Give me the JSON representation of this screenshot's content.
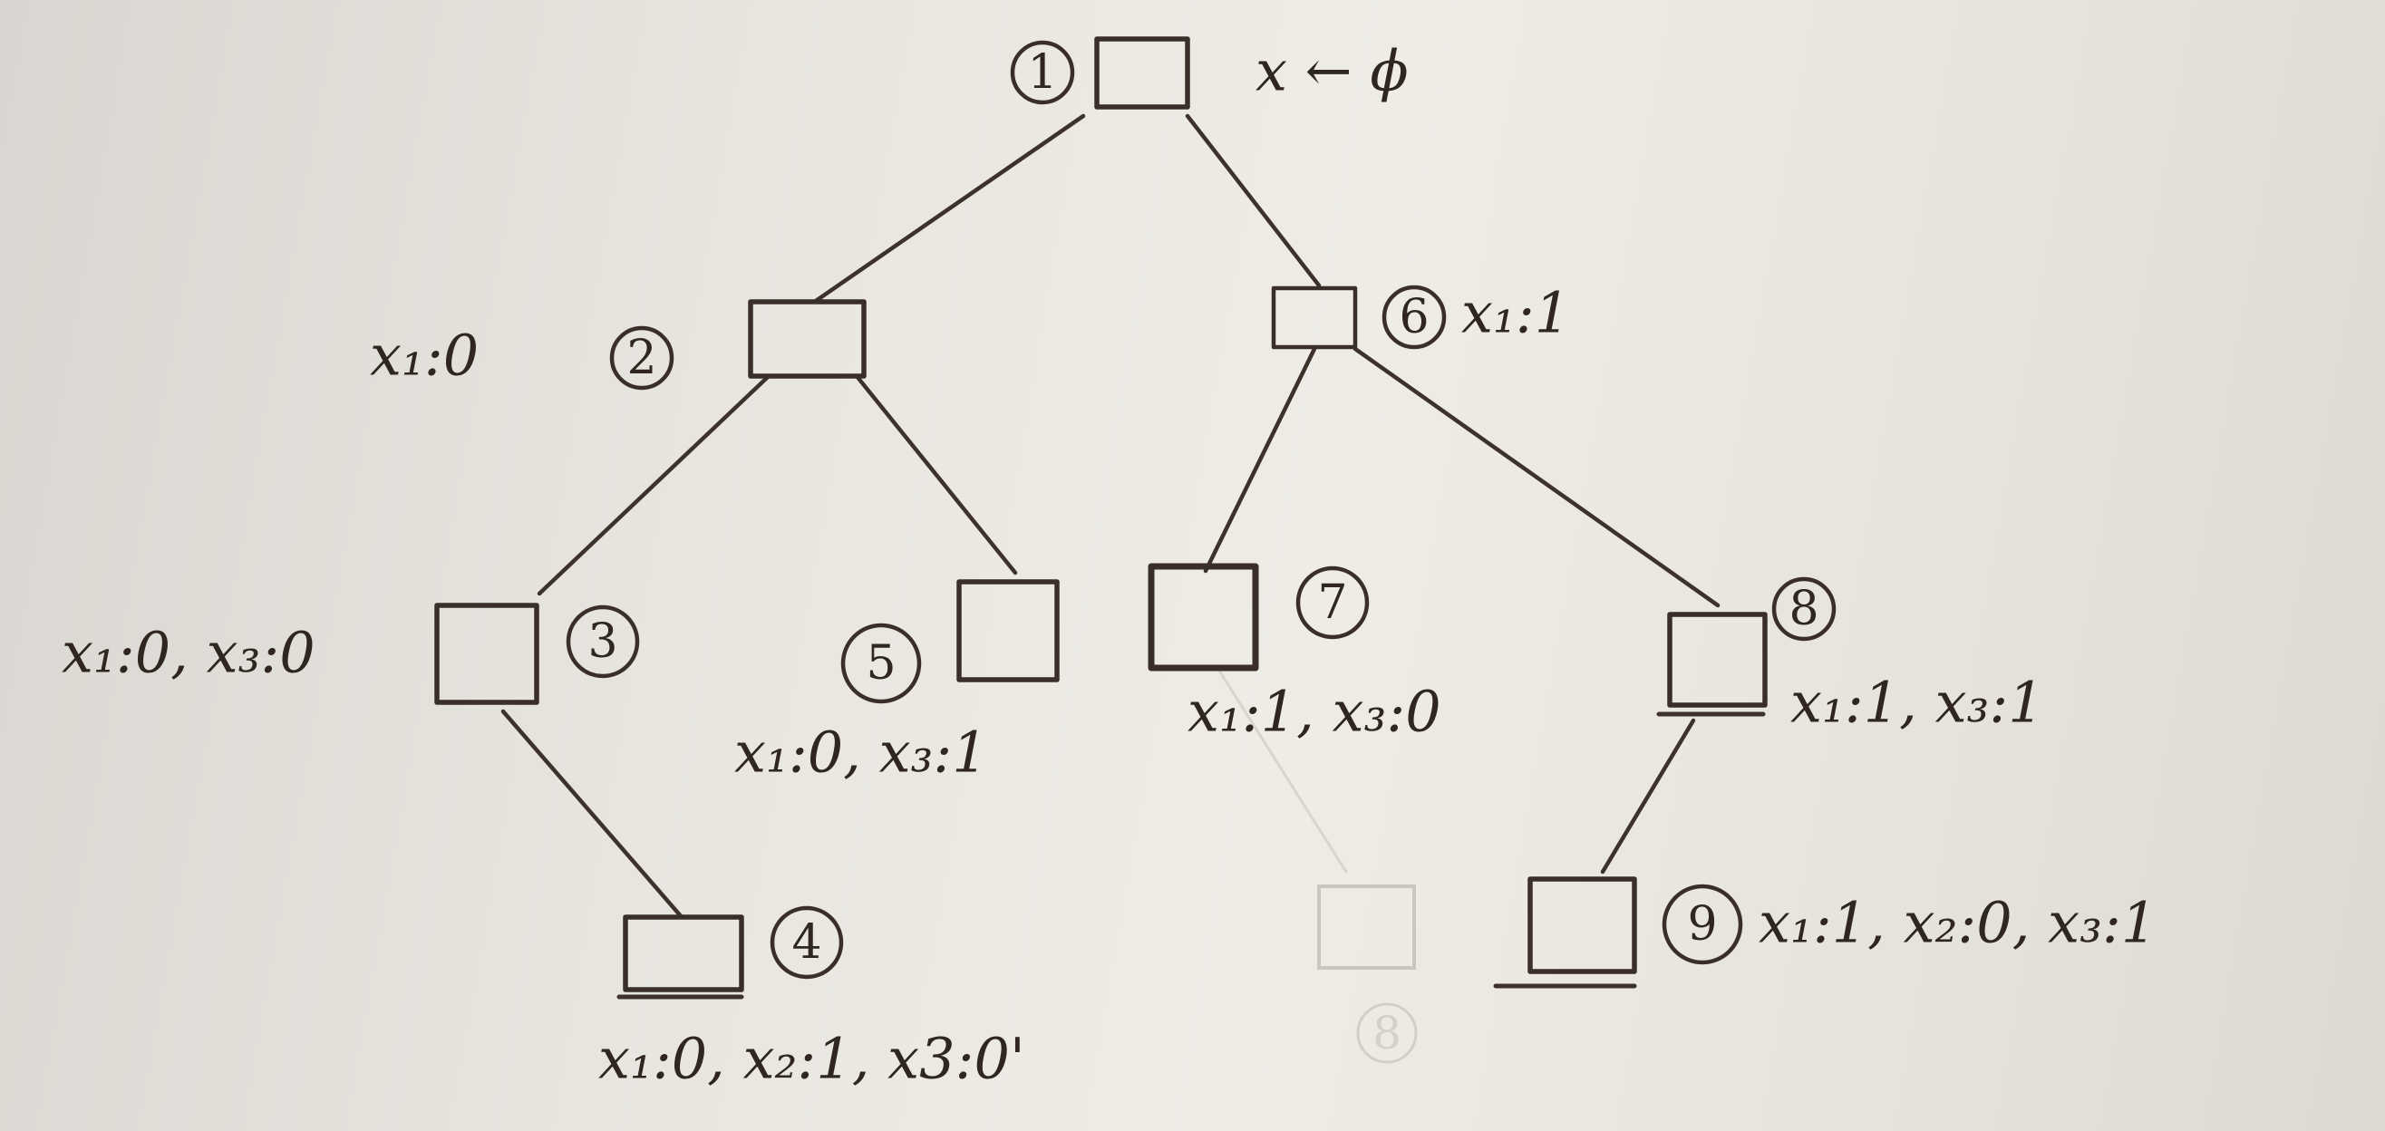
{
  "nodes": [
    {
      "id": "1",
      "label": "x ← ϕ"
    },
    {
      "id": "2",
      "label": "x₁:0"
    },
    {
      "id": "3",
      "label": "x₁:0, x₃:0"
    },
    {
      "id": "4",
      "label": "x₁:0, x₂:1, x3:0'"
    },
    {
      "id": "5",
      "label": "x₁:0, x₃:1"
    },
    {
      "id": "6",
      "label": "x₁:1"
    },
    {
      "id": "7",
      "label": "x₁:1, x₃:0"
    },
    {
      "id": "8",
      "label": "x₁:1, x₃:1"
    },
    {
      "id": "9",
      "label": "x₁:1, x₂:0, x₃:1"
    }
  ],
  "ghost_node": {
    "id": "8"
  },
  "colors": {
    "ink": "#3a2f28",
    "paper": "#ebe8e2",
    "ghost": "#d2cfc9"
  }
}
